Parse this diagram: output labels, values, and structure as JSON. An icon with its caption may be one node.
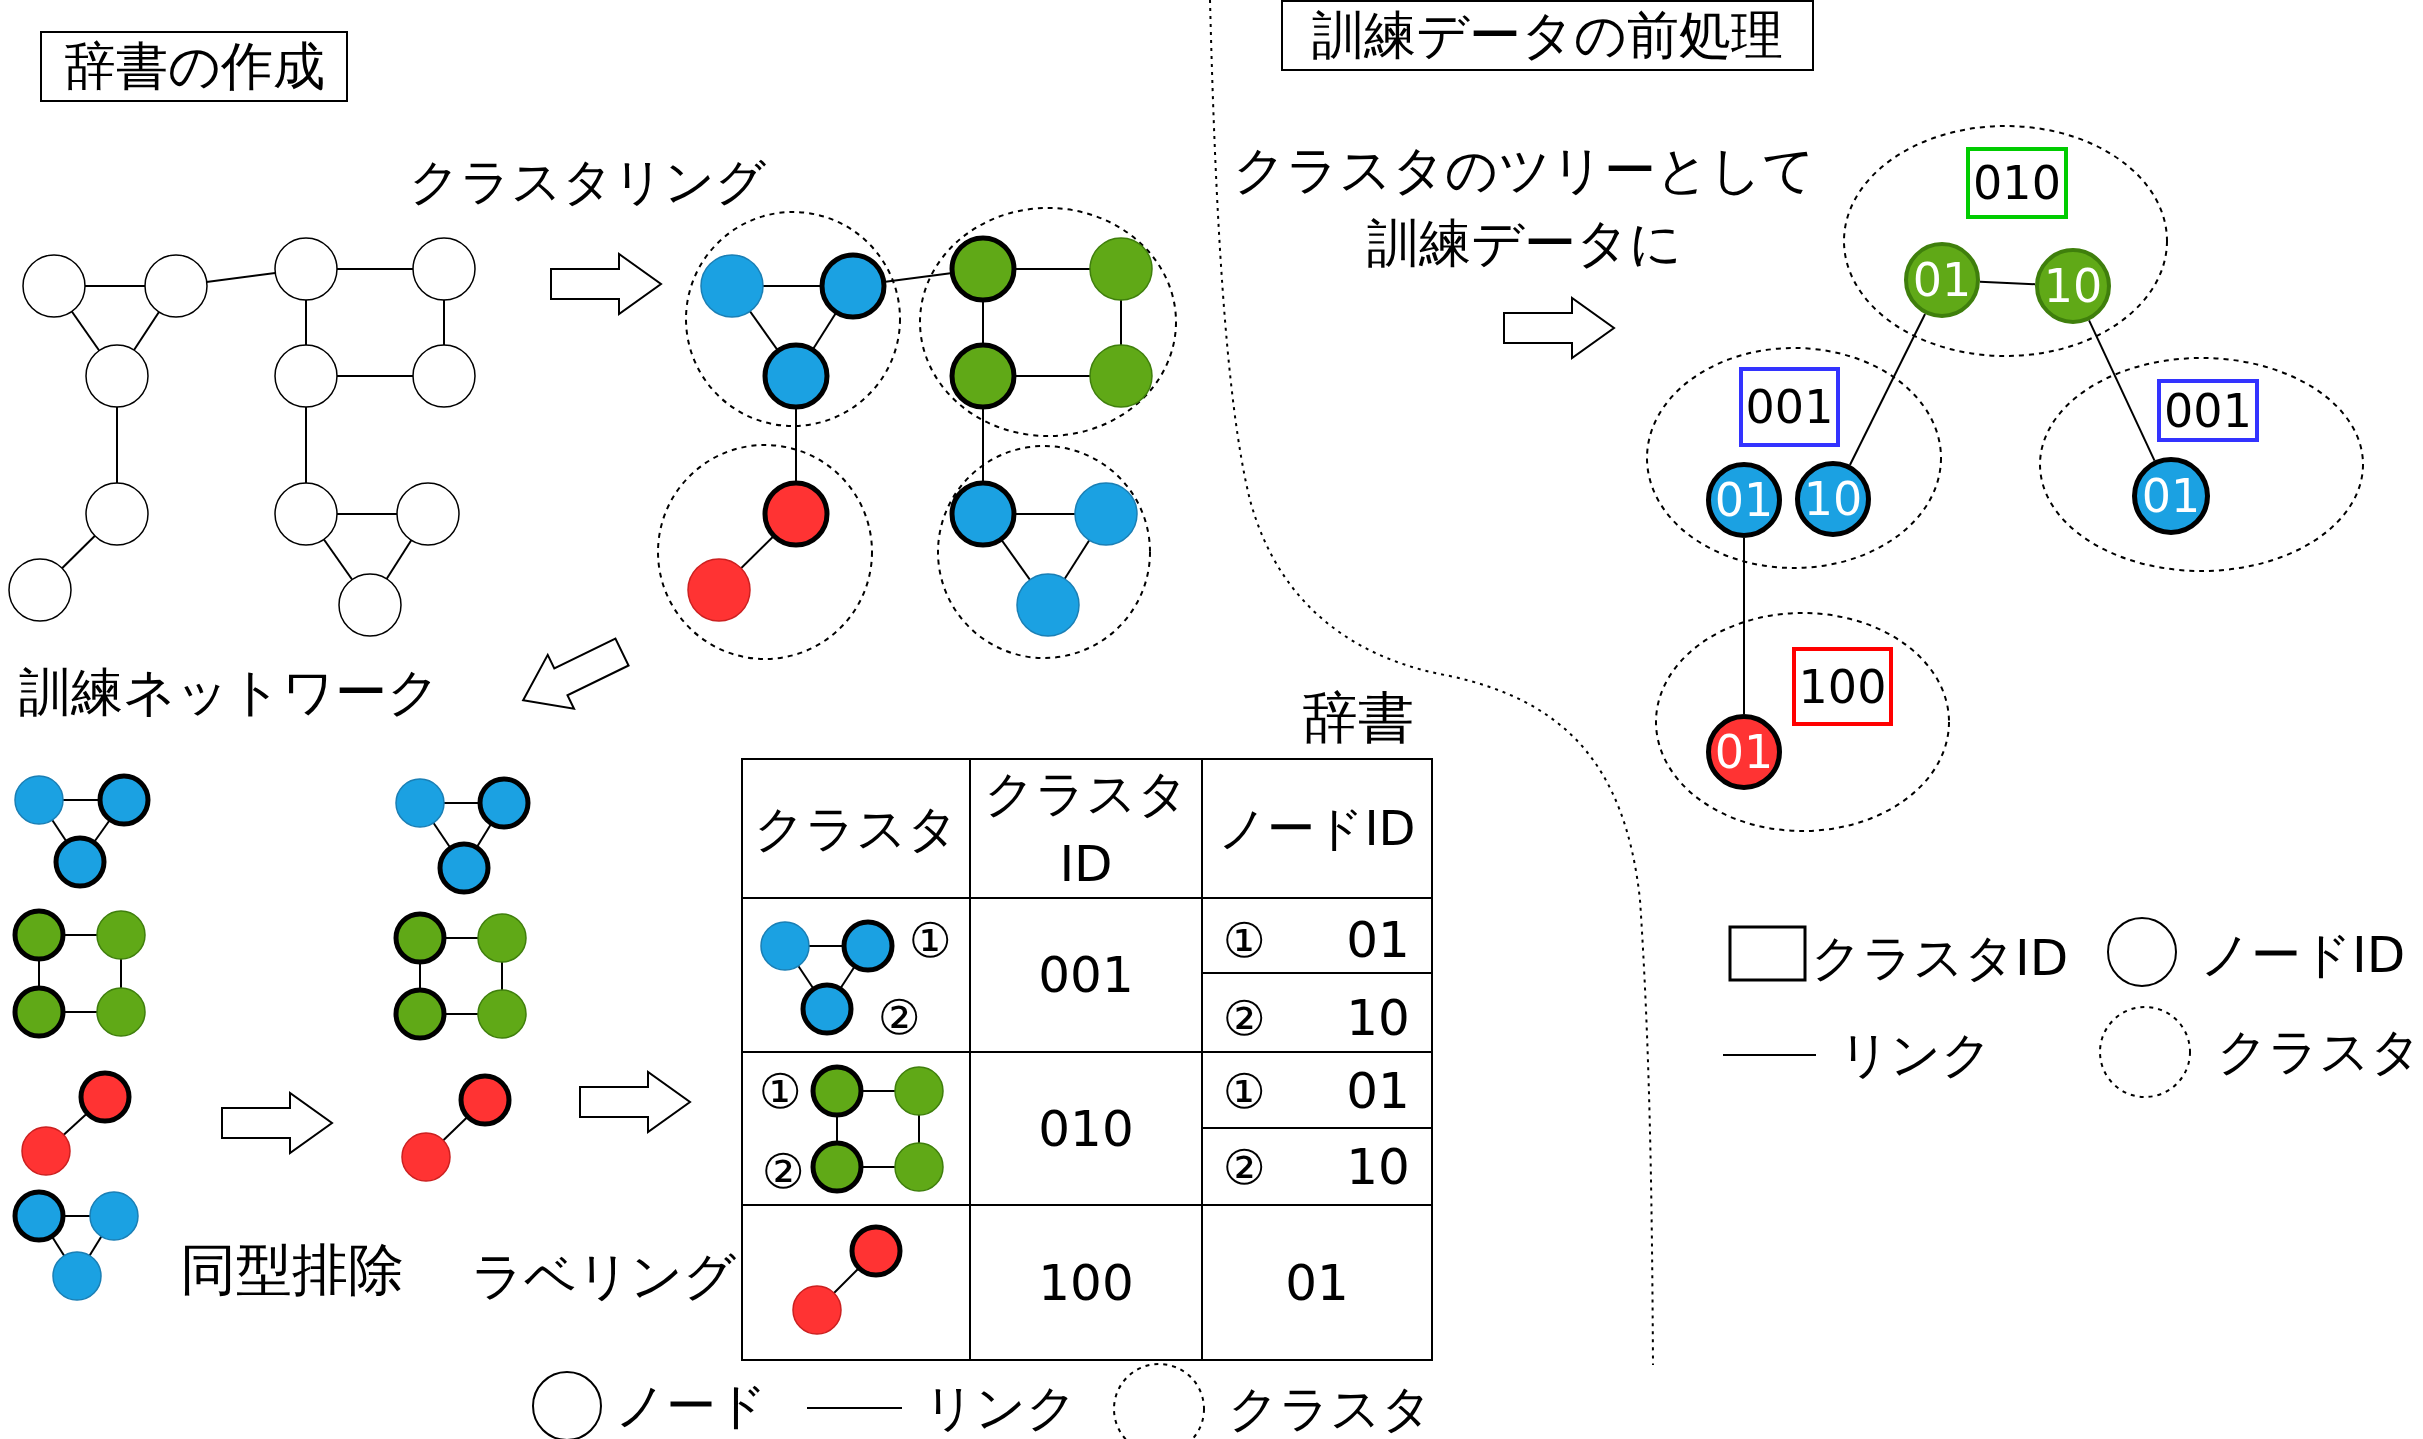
{
  "diagram": {
    "nodes": [
      {
        "text": [
          "辞書の作成"
        ]
      },
      {
        "text": [
          "訓練データの前処理"
        ]
      },
      {
        "text": [],
        "shape": "ellipse"
      },
      {
        "text": [
          "010"
        ],
        "in": 2
      },
      {
        "text": [
          "01"
        ],
        "in": 2
      },
      {
        "text": [
          "10"
        ],
        "in": 2
      },
      {
        "text": [],
        "shape": "ellipse"
      },
      {
        "text": [
          "001"
        ],
        "in": 6
      },
      {
        "text": [
          "01"
        ],
        "in": 6
      },
      {
        "text": [
          "10"
        ],
        "in": 6
      },
      {
        "text": [],
        "shape": "ellipse"
      },
      {
        "text": [
          "001"
        ],
        "in": 10
      },
      {
        "text": [
          "01"
        ],
        "in": 10
      },
      {
        "text": [],
        "shape": "ellipse"
      },
      {
        "text": [
          "100"
        ],
        "in": 13
      },
      {
        "text": [
          "01"
        ],
        "in": 13
      }
    ],
    "edges": [
      {
        "from": 4,
        "to": 5,
        "arrow": "none"
      },
      {
        "from": 4,
        "to": 9,
        "arrow": "none"
      },
      {
        "from": 5,
        "to": 12,
        "arrow": "none"
      },
      {
        "from": 8,
        "to": 15,
        "arrow": "none"
      }
    ],
    "labels": [
      "クラスタリング",
      "クラスタのツリーとして訓練データに",
      "訓練ネットワーク",
      "辞書",
      "クラスタ",
      "クラスタ ID",
      "ノードID",
      "①",
      "②",
      "001",
      "①",
      "01",
      "②",
      "10",
      "①",
      "②",
      "010",
      "①",
      "01",
      "②",
      "10",
      "100",
      "01",
      "同型排除",
      "ラベリング"
    ],
    "legend": [
      {
        "text": "クラスタID"
      },
      {
        "text": "ノードID"
      },
      {
        "text": "リンク"
      },
      {
        "text": "クラスタ"
      },
      {
        "text": "ノード"
      },
      {
        "text": "リンク"
      },
      {
        "text": "クラスタ"
      }
    ]
  }
}
